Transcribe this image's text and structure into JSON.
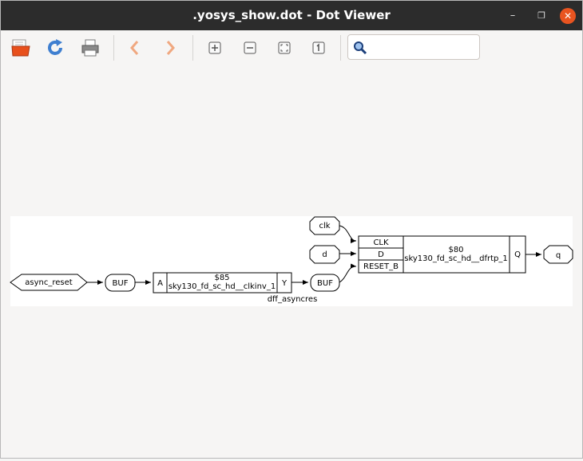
{
  "window": {
    "title": ".yosys_show.dot - Dot Viewer",
    "minimize_glyph": "–",
    "maximize_glyph": "❐",
    "close_glyph": "✕"
  },
  "toolbar": {
    "items": [
      "open-icon",
      "reload-icon",
      "print-icon",
      "back-icon",
      "forward-icon",
      "zoom-in-icon",
      "zoom-out-icon",
      "zoom-fit-icon",
      "zoom-100-icon"
    ],
    "search_value": "",
    "search_placeholder": ""
  },
  "graph": {
    "inputs": {
      "async_reset": "async_reset",
      "clk": "clk",
      "d": "d"
    },
    "output": "q",
    "buf1": "BUF",
    "buf2": "BUF",
    "inv_cell": {
      "port_in": "A",
      "id": "$85",
      "type": "sky130_fd_sc_hd__clkinv_1",
      "port_out": "Y"
    },
    "dff_cell": {
      "port_clk": "CLK",
      "port_d": "D",
      "port_reset": "RESET_B",
      "id": "$80",
      "type": "sky130_fd_sc_hd__dfrtp_1",
      "port_out": "Q"
    },
    "module_label": "dff_asyncres"
  },
  "colors": {
    "titlebar": "#2c2c2c",
    "close_button": "#e95420",
    "toolbar_arrow": "#f0a880",
    "reload_blue": "#3f7fd0"
  }
}
